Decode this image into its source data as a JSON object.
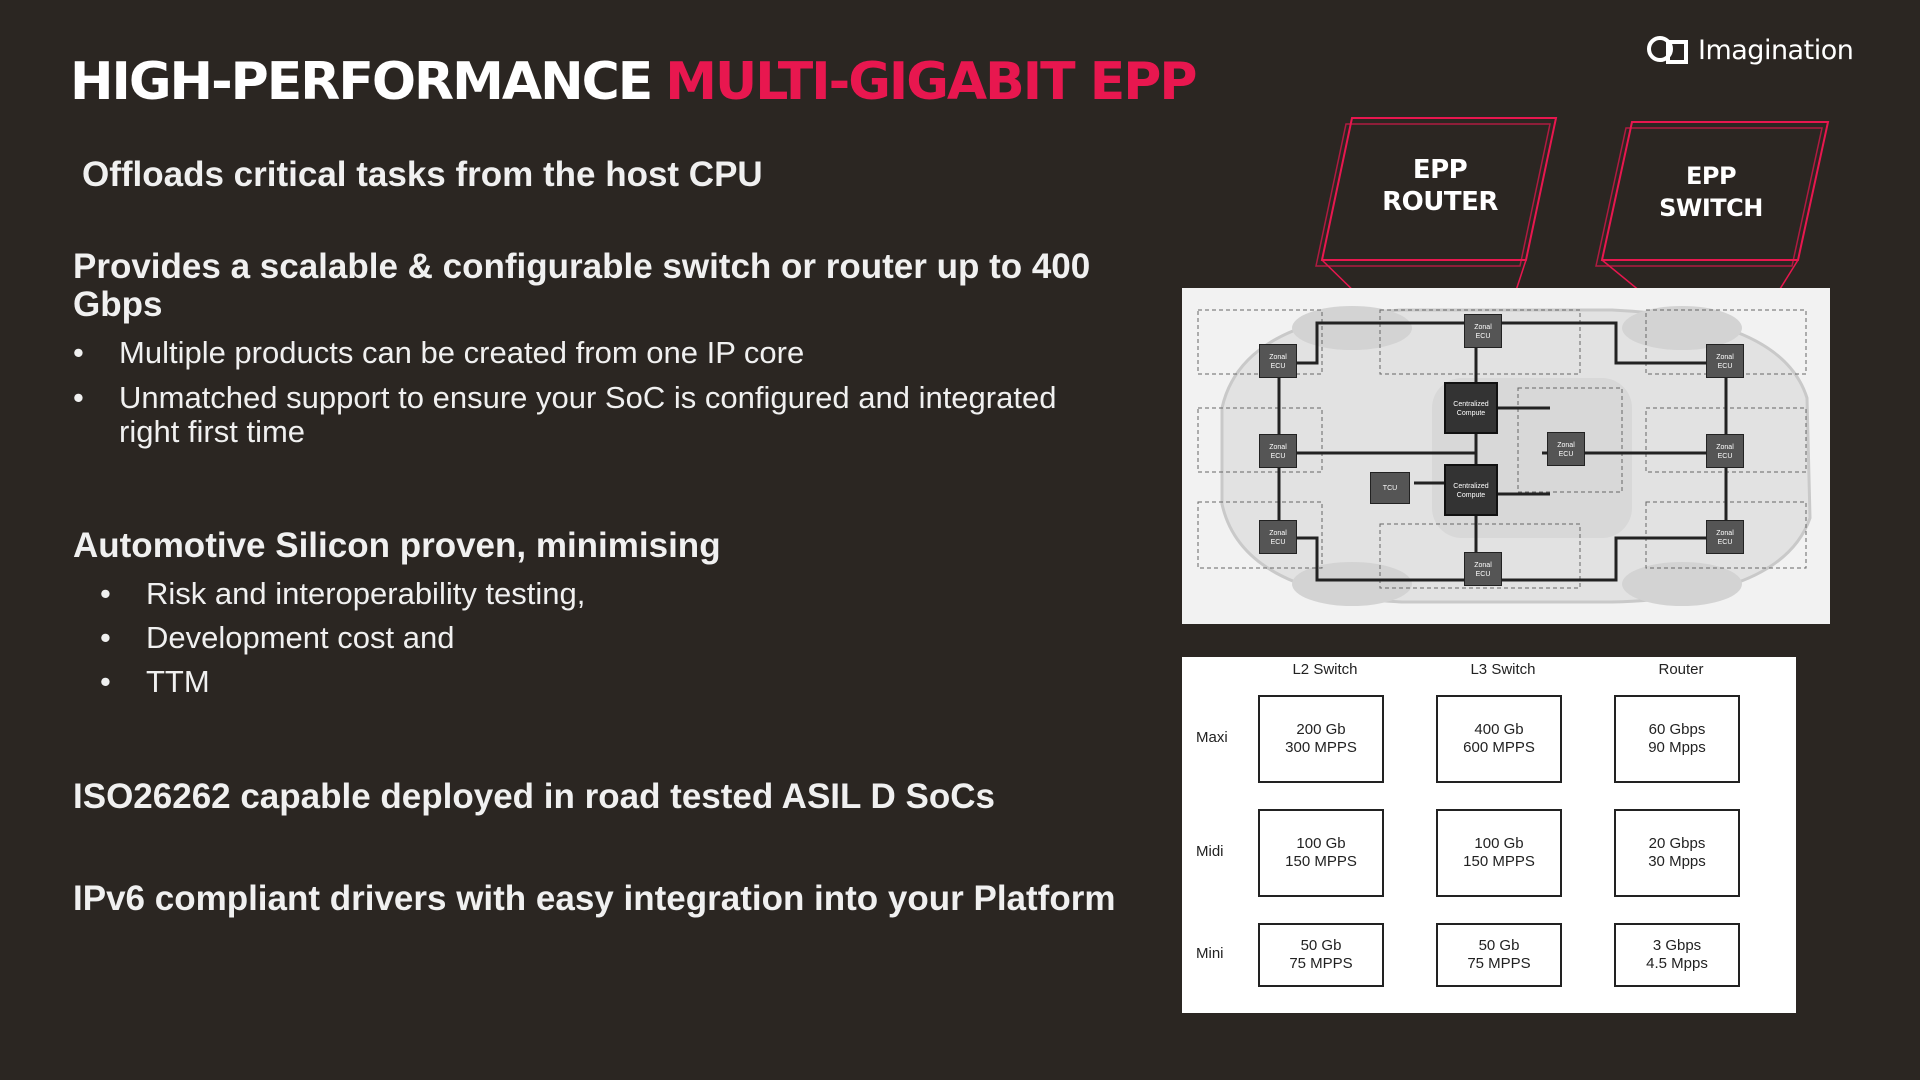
{
  "slide": {
    "title_white": "HIGH-PERFORMANCE",
    "title_accent": "MULTI-GIGABIT EPP",
    "logo_text": "Imagination",
    "accent_color": "#e8174f",
    "background_color": "#2b2622"
  },
  "content": {
    "point1": "Offloads critical tasks from the host CPU",
    "point2_line1": "Provides a scalable & configurable switch or router up to 400",
    "point2_line2": "Gbps",
    "point2_bullets": [
      "Multiple products can be created from one IP core",
      "Unmatched support to ensure your SoC is configured and integrated",
      "right first time"
    ],
    "point3": "Automotive Silicon proven, minimising",
    "point3_bullets": [
      "Risk and interoperability testing,",
      "Development cost and",
      "TTM"
    ],
    "point4": "ISO26262 capable deployed in road tested ASIL D SoCs",
    "point5": "IPv6 compliant drivers with easy integration into your Platform",
    "bullet_char": "•"
  },
  "badges": {
    "router_line1": "EPP",
    "router_line2": "ROUTER",
    "switch_line1": "EPP",
    "switch_line2": "SWITCH"
  },
  "diagram": {
    "zonal": [
      "Zonal",
      "ECU"
    ],
    "central": [
      "Centralized",
      "Compute"
    ],
    "tcu": "TCU"
  },
  "table": {
    "columns": [
      "L2 Switch",
      "L3 Switch",
      "Router"
    ],
    "rows": [
      {
        "label": "Maxi",
        "cells": [
          [
            "200 Gb",
            "300 MPPS"
          ],
          [
            "400 Gb",
            "600 MPPS"
          ],
          [
            "60 Gbps",
            "90 Mpps"
          ]
        ]
      },
      {
        "label": "Midi",
        "cells": [
          [
            "100 Gb",
            "150 MPPS"
          ],
          [
            "100 Gb",
            "150 MPPS"
          ],
          [
            "20 Gbps",
            "30 Mpps"
          ]
        ]
      },
      {
        "label": "Mini",
        "cells": [
          [
            "50 Gb",
            "75 MPPS"
          ],
          [
            "50 Gb",
            "75 MPPS"
          ],
          [
            "3 Gbps",
            "4.5 Mpps"
          ]
        ]
      }
    ]
  }
}
